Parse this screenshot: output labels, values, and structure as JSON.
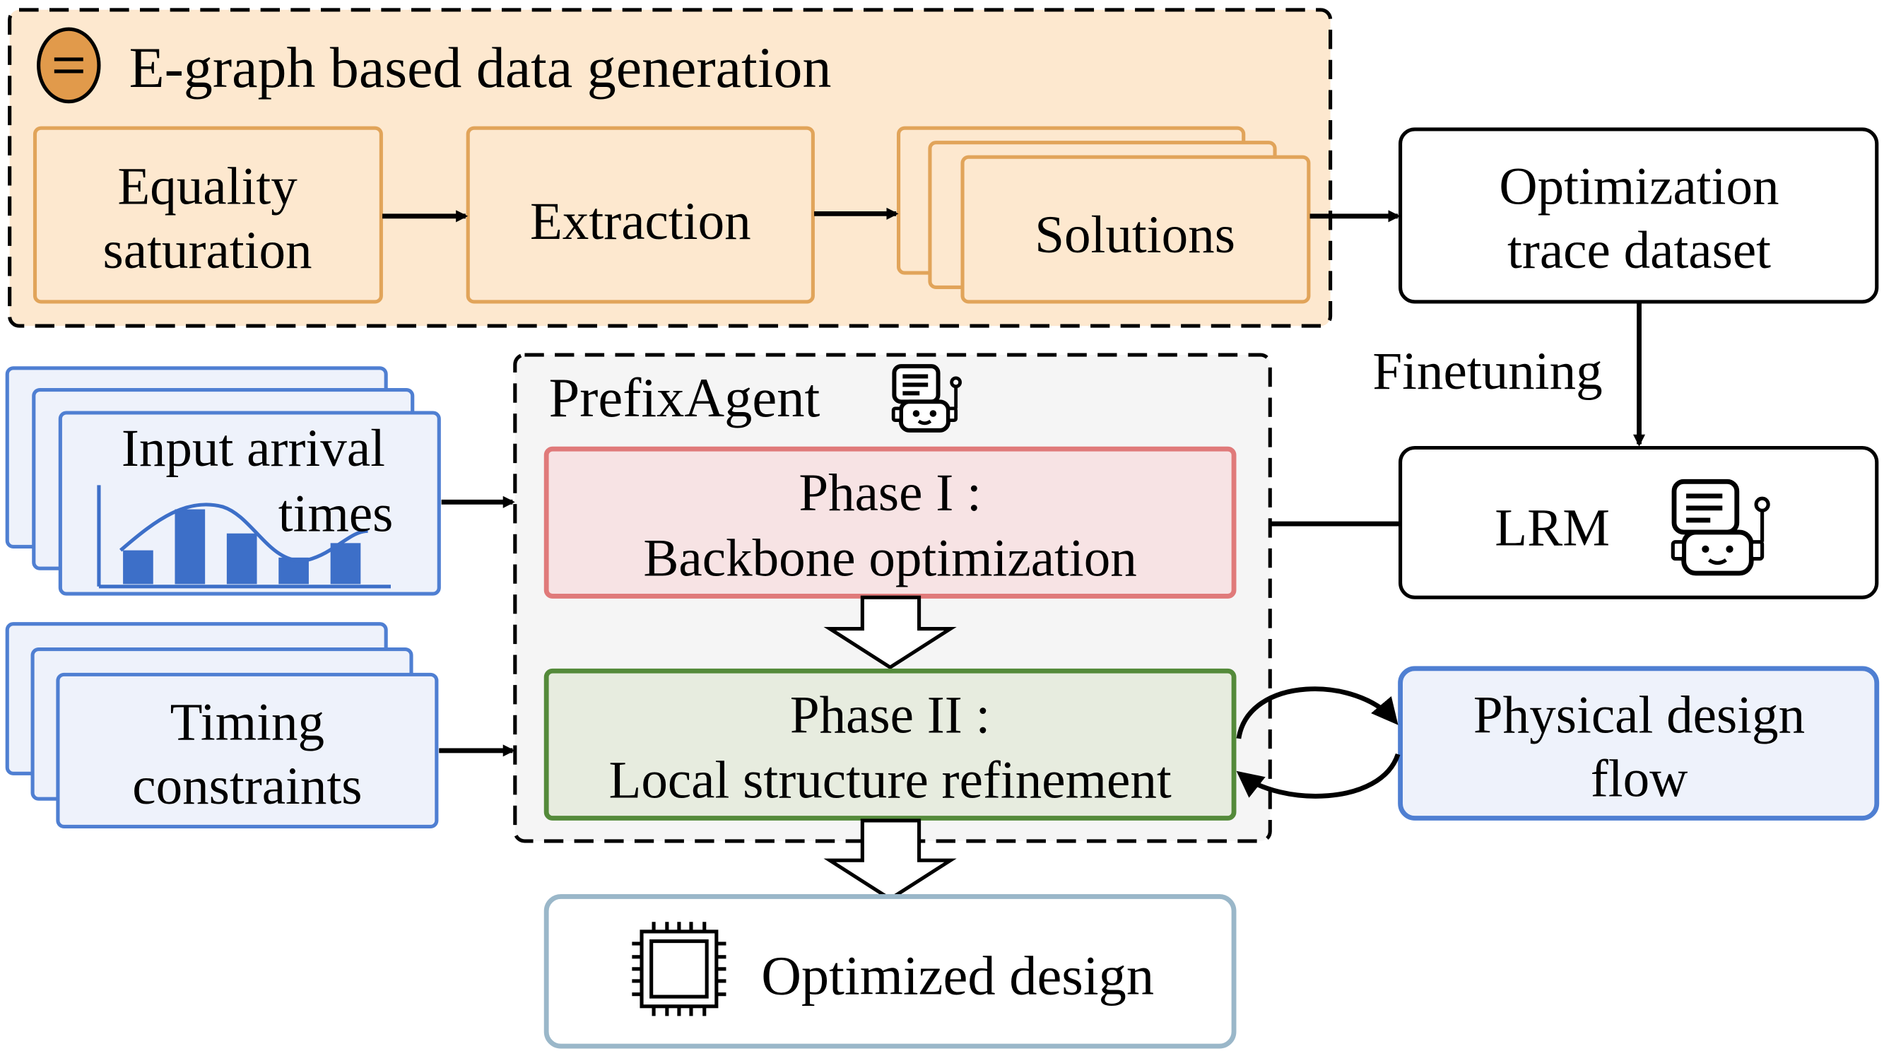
{
  "egraph": {
    "title": "E-graph based data generation",
    "equality_line1": "Equality",
    "equality_line2": "saturation",
    "extraction": "Extraction",
    "solutions": "Solutions"
  },
  "dataset": {
    "line1": "Optimization",
    "line2": "trace dataset"
  },
  "finetuning": "Finetuning",
  "lrm": "LRM",
  "agent": {
    "title": "PrefixAgent",
    "phase1_line1": "Phase I :",
    "phase1_line2": "Backbone optimization",
    "phase2_line1": "Phase II :",
    "phase2_line2": "Local structure refinement"
  },
  "inputs": {
    "arrival_line1": "Input arrival",
    "arrival_line2": "times",
    "timing_line1": "Timing",
    "timing_line2": "constraints"
  },
  "physical": {
    "line1": "Physical design",
    "line2": "flow"
  },
  "output": "Optimized design",
  "colors": {
    "orange_fill": "#fde8cf",
    "orange_stroke": "#e1a45a",
    "gray_fill": "#f5f5f5",
    "red_fill": "#f7e3e4",
    "red_stroke": "#e07a7a",
    "green_fill": "#e7ecdf",
    "green_stroke": "#548a3a",
    "blue_fill": "#eef2fb",
    "blue_stroke": "#4f7fd2",
    "bar_fill": "#3d6fc8",
    "output_stroke": "#9ab7c9"
  }
}
